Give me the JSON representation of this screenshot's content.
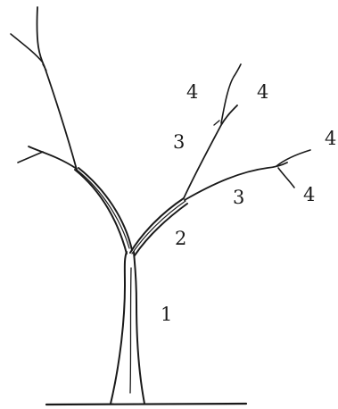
{
  "diagram": {
    "stroke_color": "#1a1a1a",
    "background": "#ffffff",
    "labels": {
      "trunk": "1",
      "branch_order_2": "2",
      "branch_order_3_upper": "3",
      "branch_order_3_right": "3",
      "branch_order_4_top_left": "4",
      "branch_order_4_top_right": "4",
      "branch_order_4_far_right": "4",
      "branch_order_4_lower_right": "4"
    }
  }
}
